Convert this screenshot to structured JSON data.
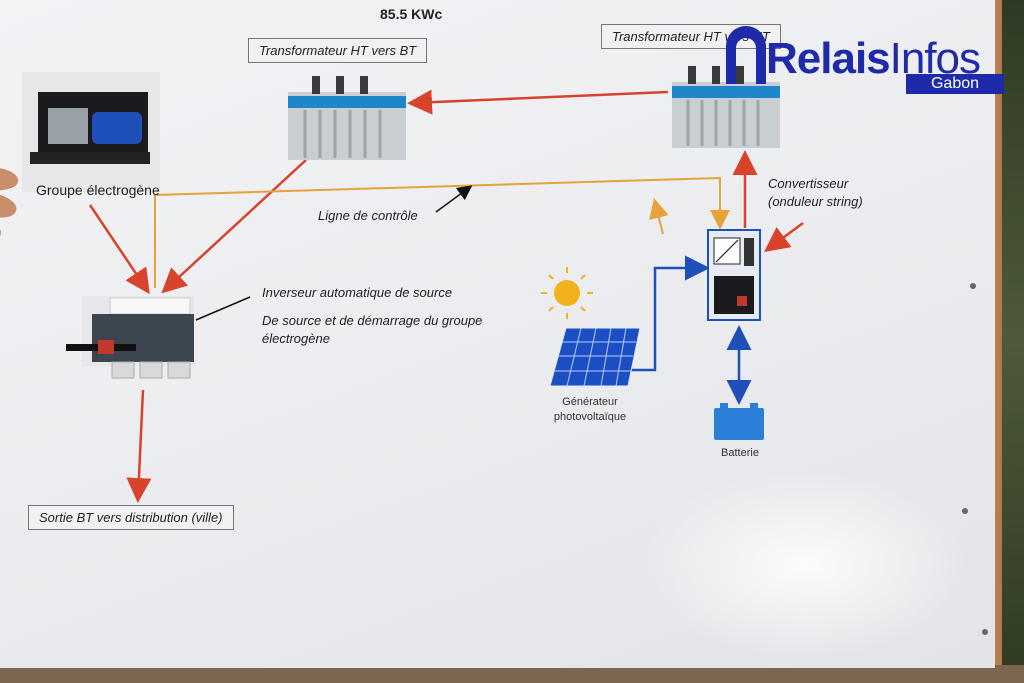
{
  "header": {
    "power": "85.5 KWc"
  },
  "labels": {
    "transformer_left": "Transformateur HT vers BT",
    "transformer_right": "Transformateur HT vers HT",
    "generator": "Groupe électrogène",
    "control_line": "Ligne de contrôle",
    "converter_line1": "Convertisseur",
    "converter_line2": "(onduleur string)",
    "ats_line1": "Inverseur automatique de source",
    "ats_line2": "De source et de démarrage du groupe",
    "ats_line3": "électrogène",
    "pv_line1": "Générateur",
    "pv_line2": "photovoltaïque",
    "battery": "Batterie",
    "output": "Sortie BT vers distribution (ville)"
  },
  "watermark": {
    "brand_bold": "Relais",
    "brand_light": "Infos",
    "sub": "Gabon"
  },
  "colors": {
    "red_arrow": "#d9422b",
    "orange_line": "#e8a23a",
    "blue_line": "#1f4fb8",
    "logo_blue": "#1e2aa8"
  }
}
